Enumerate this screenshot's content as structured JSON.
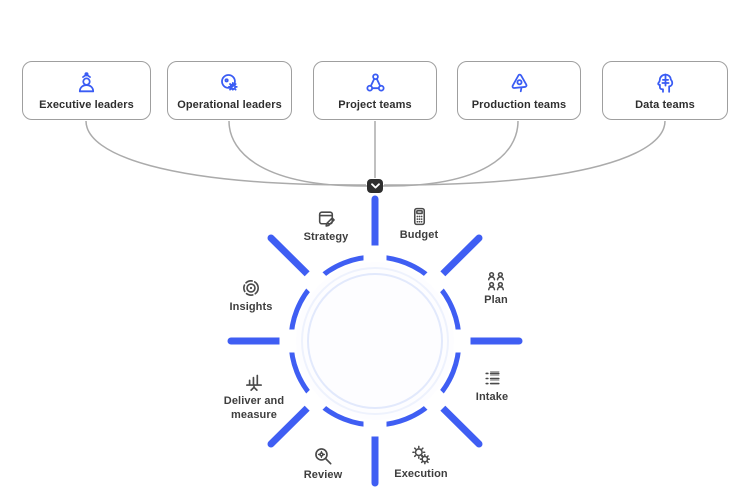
{
  "palette": {
    "accent_blue": "#3f5ef3",
    "icon_blue": "#3a5cf4",
    "connector_gray": "#ababab",
    "box_border_gray": "#9f9f9f",
    "text_dark": "#2e2e2e",
    "stage_text_gray": "#3e3e3e",
    "inner_ring_blue": "#e2e9fc",
    "hub_fill": "#fdfdff"
  },
  "sources": {
    "items": [
      {
        "label": "Executive leaders",
        "icon": "executive-leaders-icon"
      },
      {
        "label": "Operational leaders",
        "icon": "operational-leaders-icon"
      },
      {
        "label": "Project teams",
        "icon": "project-teams-icon"
      },
      {
        "label": "Production teams",
        "icon": "production-teams-icon"
      },
      {
        "label": "Data teams",
        "icon": "data-teams-icon"
      }
    ]
  },
  "connector": {
    "icon": "chevron-down-icon"
  },
  "hub": {
    "stages": [
      {
        "label": "Strategy",
        "icon": "strategy-icon"
      },
      {
        "label": "Budget",
        "icon": "budget-icon"
      },
      {
        "label": "Plan",
        "icon": "plan-icon"
      },
      {
        "label": "Intake",
        "icon": "intake-icon"
      },
      {
        "label": "Execution",
        "icon": "execution-icon"
      },
      {
        "label": "Review",
        "icon": "review-icon"
      },
      {
        "label": "Deliver and measure",
        "icon": "deliver-and-measure-icon"
      },
      {
        "label": "Insights",
        "icon": "insights-icon"
      }
    ]
  }
}
